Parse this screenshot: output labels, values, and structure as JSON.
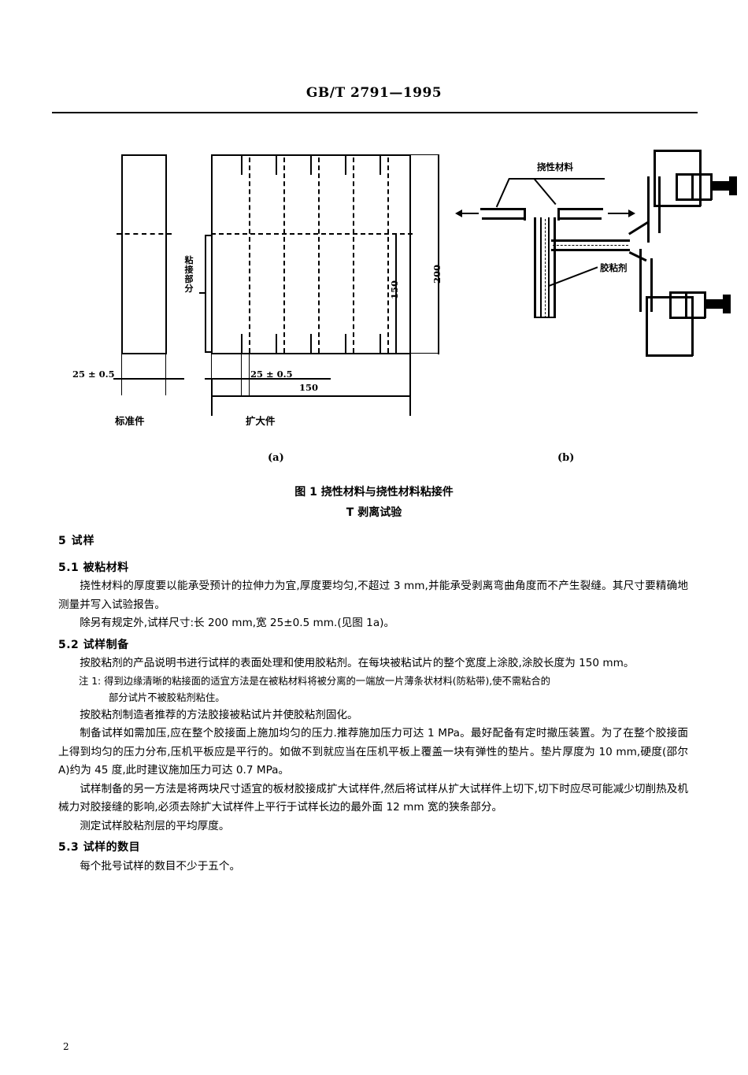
{
  "header": {
    "standard_number": "GB/T 2791—1995"
  },
  "figure": {
    "labels": {
      "bond_area": "粘接部分",
      "flexible_material": "挠性材料",
      "adhesive": "胶粘剂",
      "standard_piece": "标准件",
      "enlarged_piece": "扩大件",
      "subfig_a": "(a)",
      "subfig_b": "(b)"
    },
    "dimensions": {
      "width_left": "25 ± 0.5",
      "width_right": "25 ± 0.5",
      "length_bond": "150",
      "height_150": "150",
      "height_200": "200"
    },
    "caption_line1": "图 1   挠性材料与挠性材料粘接件",
    "caption_line2": "T 剥离试验"
  },
  "body": {
    "section5_title": "5   试样",
    "section51_title": "5.1   被粘材料",
    "section51_p1": "挠性材料的厚度要以能承受预计的拉伸力为宜,厚度要均匀,不超过 3 mm,并能承受剥离弯曲角度而不产生裂缝。其尺寸要精确地测量并写入试验报告。",
    "section51_p2": "除另有规定外,试样尺寸:长 200 mm,宽 25±0.5 mm.(见图 1a)。",
    "section52_title": "5.2   试样制备",
    "section52_p1": "按胶粘剂的产品说明书进行试样的表面处理和使用胶粘剂。在每块被粘试片的整个宽度上涂胶,涂胶长度为 150 mm。",
    "section52_note1": "注 1: 得到边缘清晰的粘接面的适宜方法是在被粘材料将被分离的一端放一片薄条状材料(防粘带),使不需粘合的",
    "section52_note1_cont": "部分试片不被胶粘剂粘住。",
    "section52_p2": "按胶粘剂制造者推荐的方法胶接被粘试片并使胶粘剂固化。",
    "section52_p3": "制备试样如需加压,应在整个胶接面上施加均匀的压力.推荐施加压力可达 1 MPa。最好配备有定时撤压装置。为了在整个胶接面上得到均匀的压力分布,压机平板应是平行的。如做不到就应当在压机平板上覆盖一块有弹性的垫片。垫片厚度为 10 mm,硬度(邵尔 A)约为 45 度,此时建议施加压力可达 0.7 MPa。",
    "section52_p4": "试样制备的另一方法是将两块尺寸适宜的板材胶接成扩大试样件,然后将试样从扩大试样件上切下,切下时应尽可能减少切削热及机械力对胶接缝的影响,必须去除扩大试样件上平行于试样长边的最外面 12 mm 宽的狭条部分。",
    "section52_p5": "测定试样胶粘剂层的平均厚度。",
    "section53_title": "5.3   试样的数目",
    "section53_p1": "每个批号试样的数目不少于五个。"
  },
  "footer": {
    "page_number": "2"
  }
}
